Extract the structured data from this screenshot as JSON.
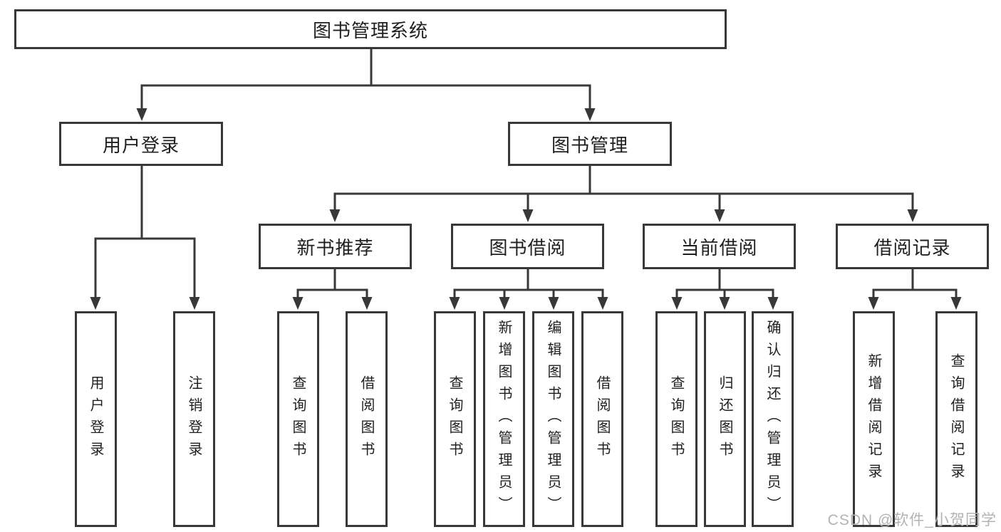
{
  "diagram": {
    "root": {
      "label": "图书管理系统",
      "children": [
        {
          "label": "用户登录",
          "children": [
            {
              "label": "用户登录"
            },
            {
              "label": "注销登录"
            }
          ]
        },
        {
          "label": "图书管理",
          "children": [
            {
              "label": "新书推荐",
              "children": [
                {
                  "label": "查询图书"
                },
                {
                  "label": "借阅图书"
                }
              ]
            },
            {
              "label": "图书借阅",
              "children": [
                {
                  "label": "查询图书"
                },
                {
                  "label": "新增图书（管理员）"
                },
                {
                  "label": "编辑图书（管理员）"
                },
                {
                  "label": "借阅图书"
                }
              ]
            },
            {
              "label": "当前借阅",
              "children": [
                {
                  "label": "查询图书"
                },
                {
                  "label": "归还图书"
                },
                {
                  "label": "确认归还（管理员）"
                }
              ]
            },
            {
              "label": "借阅记录",
              "children": [
                {
                  "label": "新增借阅记录"
                },
                {
                  "label": "查询借阅记录"
                }
              ]
            }
          ]
        }
      ]
    }
  },
  "watermark": {
    "text": "CSDN @软件_小贺同学"
  },
  "colors": {
    "line": "#383838",
    "box_border": "#383838",
    "text": "#1f1f1f",
    "watermark": "#b3b3b3",
    "background": "#ffffff"
  }
}
